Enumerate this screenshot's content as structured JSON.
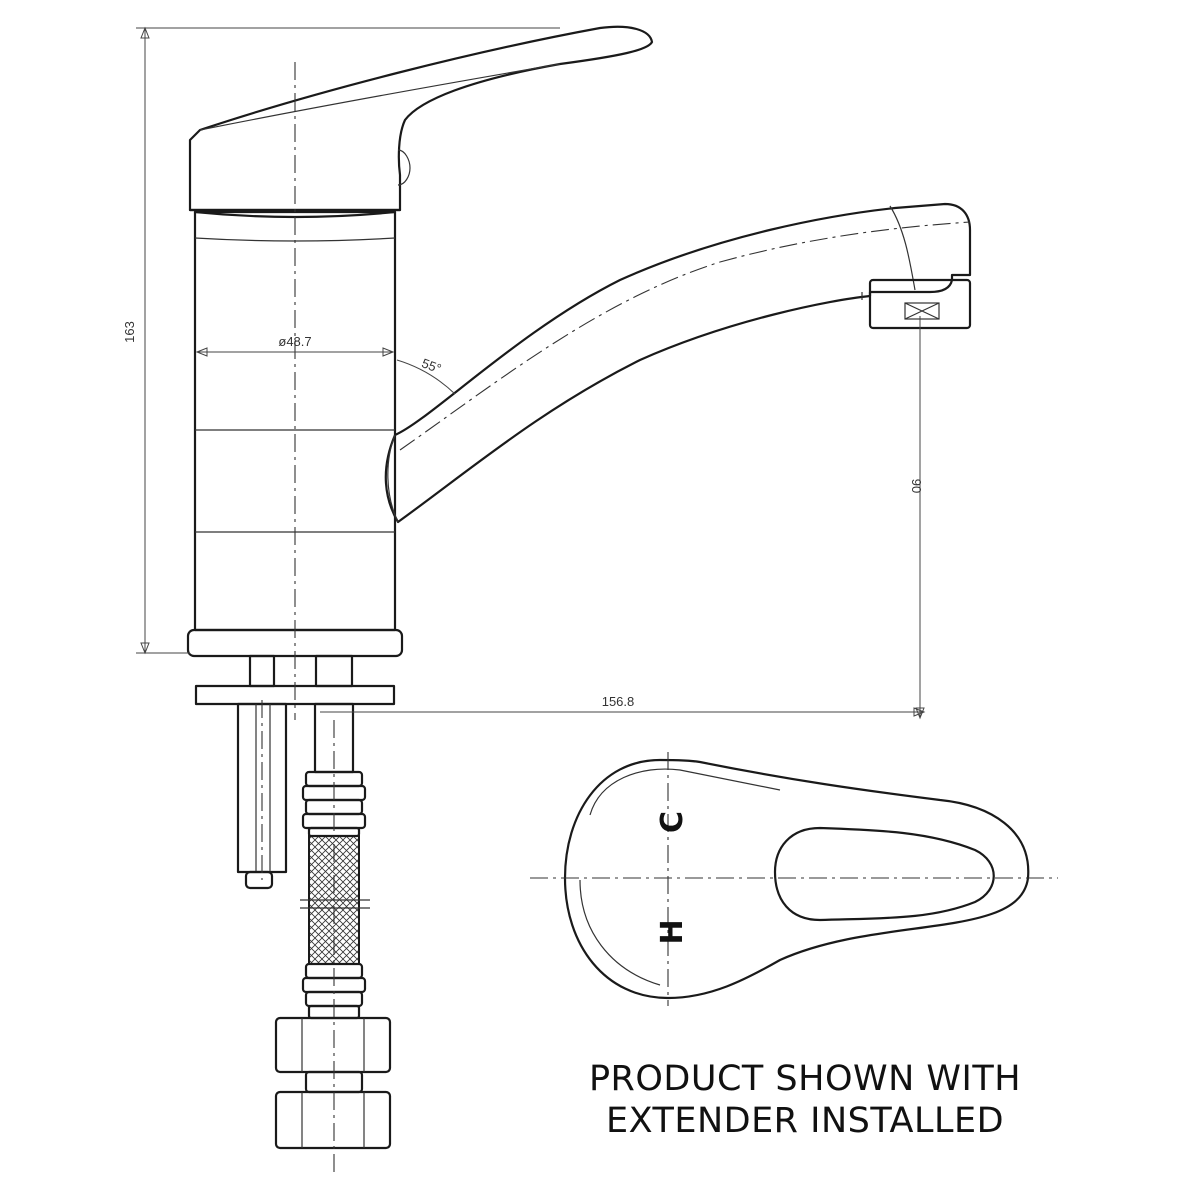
{
  "dimensions": {
    "height": "163",
    "body_diameter": "ø48.7",
    "spout_angle": "55°",
    "spout_height": "90",
    "spout_reach": "156.8"
  },
  "handle_marks": {
    "cold": "C",
    "hot": "H"
  },
  "caption": {
    "line1": "PRODUCT SHOWN WITH",
    "line2": "EXTENDER INSTALLED"
  }
}
